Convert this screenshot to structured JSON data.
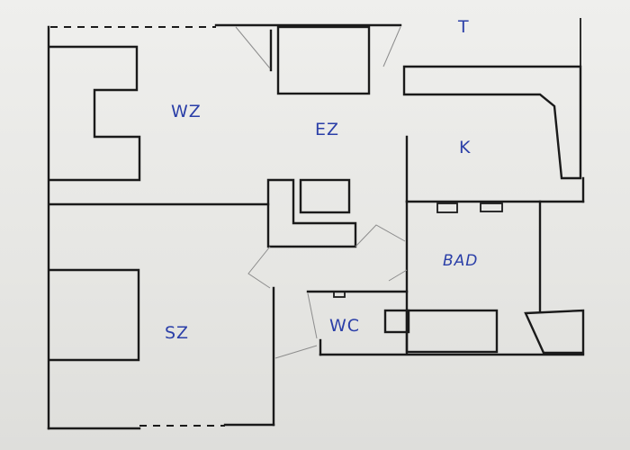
{
  "rooms": {
    "t": "T",
    "wz": "WZ",
    "ez": "EZ",
    "k": "K",
    "bad": "BAD",
    "sz": "SZ",
    "wc": "WC"
  },
  "colors": {
    "ink": "#1a1a1a",
    "label": "#2b3fa8",
    "paper": "#ececea"
  }
}
